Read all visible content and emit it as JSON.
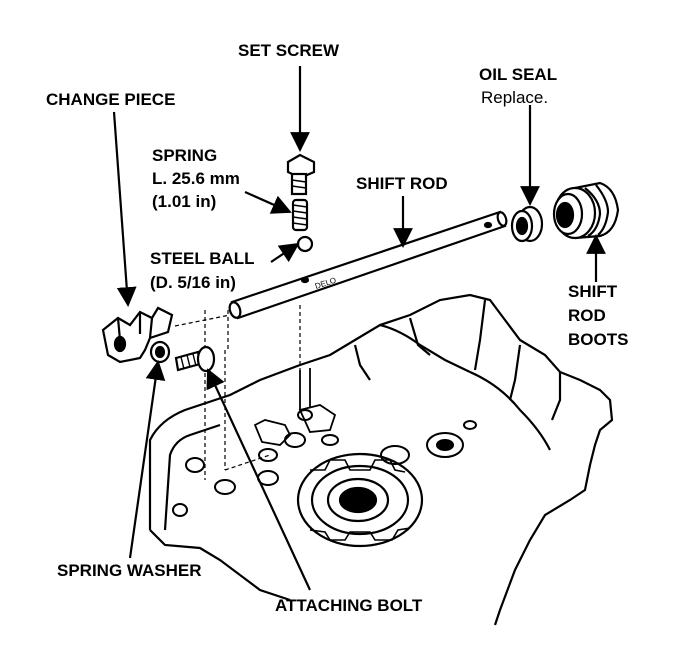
{
  "labels": {
    "set_screw": "SET SCREW",
    "oil_seal": "OIL SEAL",
    "oil_seal_note": "Replace.",
    "change_piece": "CHANGE PIECE",
    "spring": "SPRING",
    "spring_length": "L. 25.6 mm",
    "spring_length_in": "(1.01 in)",
    "shift_rod": "SHIFT ROD",
    "steel_ball": "STEEL BALL",
    "steel_ball_dia": "(D. 5/16 in)",
    "shift_rod_boots_1": "SHIFT",
    "shift_rod_boots_2": "ROD",
    "shift_rod_boots_3": "BOOTS",
    "spring_washer": "SPRING WASHER",
    "attaching_bolt": "ATTACHING BOLT",
    "rod_marking": "DELO"
  }
}
